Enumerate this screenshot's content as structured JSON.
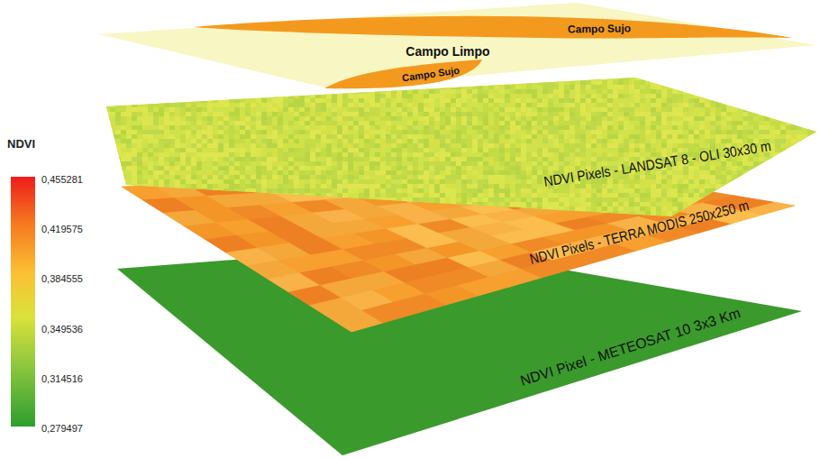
{
  "diagram": {
    "nodes": [
      {
        "text": [
          "Campo Limpo"
        ]
      },
      {
        "text": [
          "Campo Sujo"
        ],
        "in": 0
      },
      {
        "text": [
          "Campo Sujo"
        ],
        "in": 0
      },
      {
        "text": [
          "NDVI Pixels - LANDSAT 8 - OLI 30x30 m"
        ]
      },
      {
        "text": [
          "NDVI Pixels - TERRA MODIS 250x250 m"
        ]
      },
      {
        "text": [
          "NDVI Pixel - METEOSAT 10 3x3 Km"
        ]
      }
    ],
    "labels": [
      "NDVI",
      "0,455281",
      "0,419575",
      "0,384555",
      "0,349536",
      "0,314516",
      "0,279497"
    ]
  }
}
